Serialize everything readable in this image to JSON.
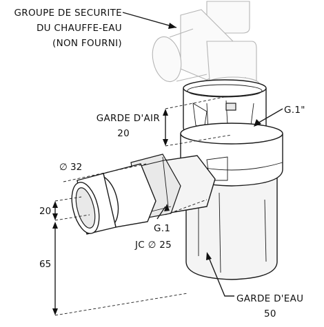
{
  "labels": {
    "groupe_line1": "GROUPE DE SECURITE",
    "groupe_line2": "DU CHAUFFE-EAU",
    "groupe_line3": "(NON FOURNI)",
    "garde_air_line1": "GARDE D'AIR",
    "garde_air_line2": "20",
    "g1_top": "G.1\"",
    "diam_32": "∅ 32",
    "g1_bottom": "G.1",
    "jc_25": "JC ∅ 25",
    "garde_eau_line1": "GARDE D'EAU",
    "garde_eau_line2": "50"
  },
  "dimensions": {
    "dim_20": "20",
    "dim_65": "65"
  }
}
